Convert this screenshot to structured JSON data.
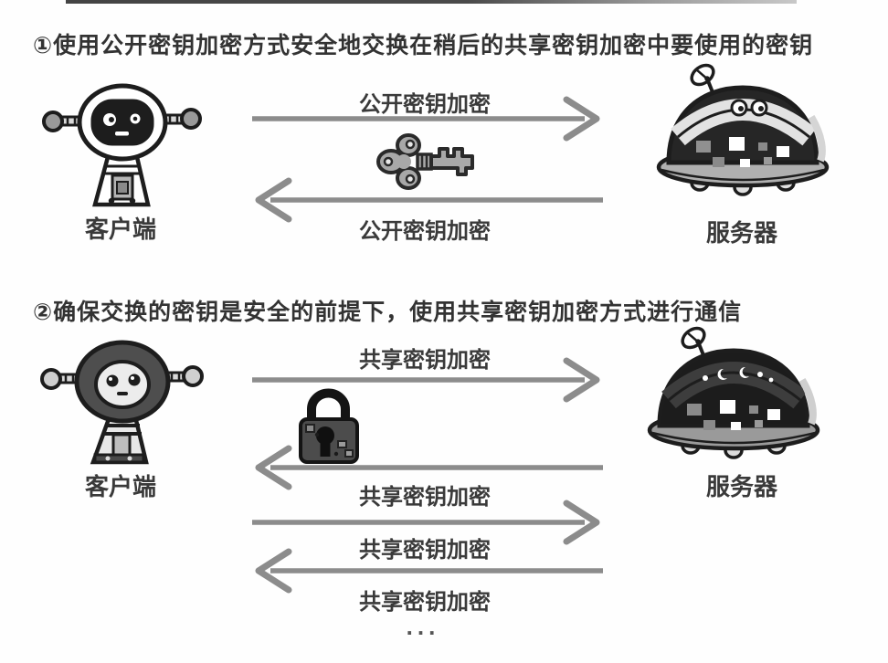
{
  "page": {
    "background_color": "#ffffff",
    "text_color": "#333333",
    "arrow_color": "#8c8c8c"
  },
  "step1": {
    "title": "①使用公开密钥加密方式安全地交换在稍后的共享密钥加密中要使用的密钥",
    "client": {
      "label": "客户端",
      "icon": "client-robot-icon"
    },
    "server": {
      "label": "服务器",
      "icon": "server-robot-icon"
    },
    "exchange_icon": "key-icon",
    "arrows": [
      {
        "direction": "right",
        "label": "公开密钥加密"
      },
      {
        "direction": "left",
        "label": "公开密钥加密"
      }
    ]
  },
  "step2": {
    "title": "②确保交换的密钥是安全的前提下，使用共享密钥加密方式进行通信",
    "client": {
      "label": "客户端",
      "icon": "client-robot-icon"
    },
    "server": {
      "label": "服务器",
      "icon": "server-robot-icon"
    },
    "cipher_icon": "padlock-icon",
    "arrows": [
      {
        "direction": "right",
        "label": "共享密钥加密"
      },
      {
        "direction": "left",
        "label": "共享密钥加密"
      },
      {
        "direction": "right",
        "label": "共享密钥加密"
      },
      {
        "direction": "left",
        "label": "共享密钥加密"
      }
    ],
    "ellipsis": "..."
  }
}
